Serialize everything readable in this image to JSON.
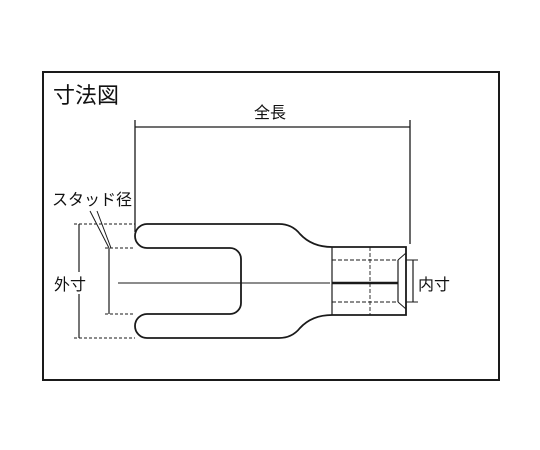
{
  "title": "寸法図",
  "labels": {
    "overall_length": "全長",
    "stud_diameter": "スタッド径",
    "outer_width": "外寸",
    "inner_diameter": "内寸"
  },
  "colors": {
    "outline": "#1a1a1a",
    "frame": "#1a1a1a",
    "terminal_fill": "#ffffff"
  }
}
